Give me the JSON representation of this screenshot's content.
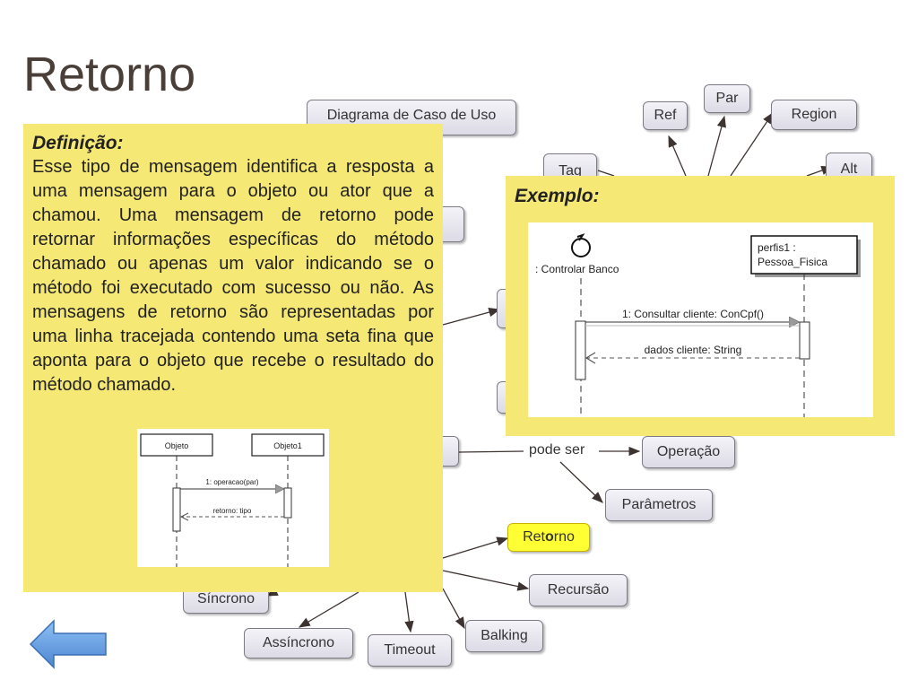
{
  "slide": {
    "title": "Retorno",
    "definition": {
      "heading": "Definição:",
      "text": "Esse tipo de mensagem identifica a resposta a uma mensagem para o objeto ou ator que a chamou. Uma mensagem de retorno pode retornar informações específicas do método chamado ou apenas um valor indicando se o método foi executado com sucesso ou não. As mensagens de retorno são representadas por uma linha tracejada contendo uma seta fina que aponta para o objeto que recebe o resultado do método chamado."
    },
    "example": {
      "heading": "Exemplo:"
    }
  },
  "mindmap": {
    "diagrama_caso_uso": "Diagrama de Caso de Uso",
    "ref": "Ref",
    "par": "Par",
    "region": "Region",
    "tag": "Tag",
    "alt": "Alt",
    "pode_ser": "pode ser",
    "operacao": "Operação",
    "parametros": "Parâmetros",
    "retorno_pre": "Ret",
    "retorno_bold": "o",
    "retorno_post": "rno",
    "recursao": "Recursão",
    "balking": "Balking",
    "timeout": "Timeout",
    "assincrono": "Assíncrono",
    "sincrono": "Síncrono"
  },
  "small_diagram": {
    "obj1": "Objeto",
    "obj2": "Objeto1",
    "msg": "1: operacao(par)",
    "ret": "retorno: tipo"
  },
  "example_diagram": {
    "actor": ": Controlar Banco",
    "obj_line1": "perfis1 :",
    "obj_line2": "Pessoa_Fisica",
    "msg": "1: Consultar cliente: ConCpf()",
    "ret": "dados cliente: String"
  },
  "colors": {
    "note_yellow": "#f5e874",
    "highlight": "#ffff33",
    "title": "#4a3f38",
    "back_arrow": "#6fa8e8"
  }
}
